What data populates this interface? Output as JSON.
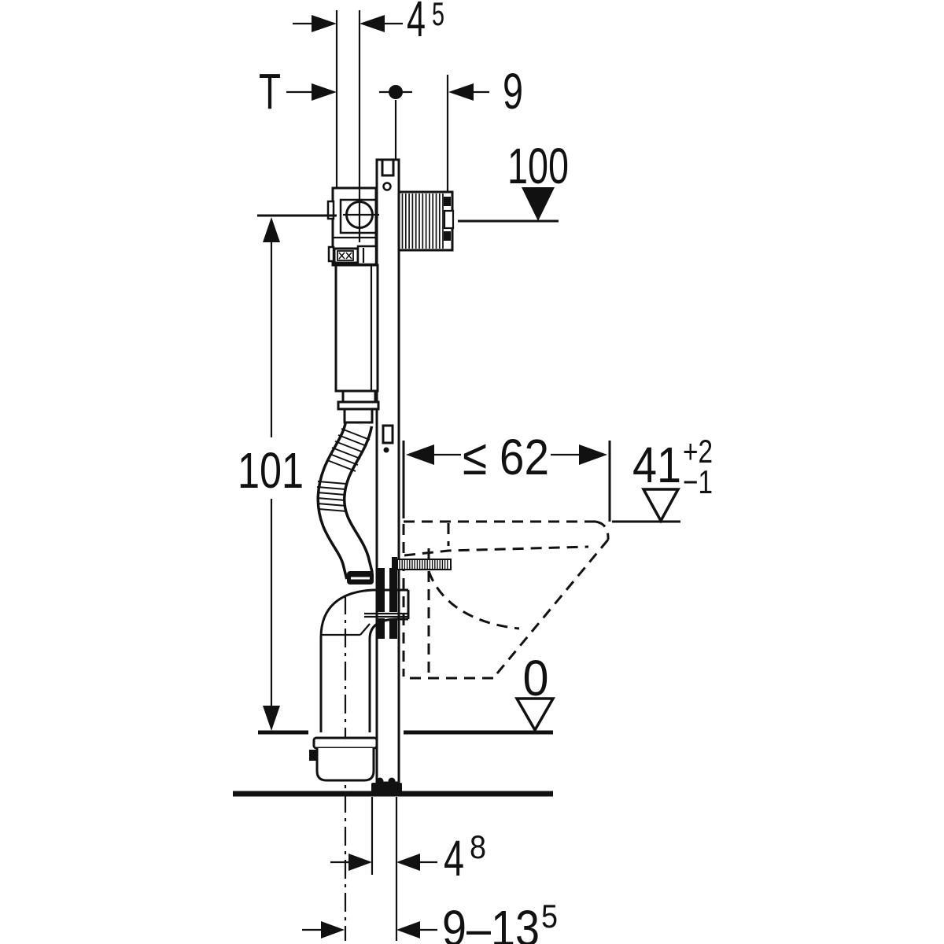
{
  "colors": {
    "ink": "#111111",
    "background": "#ffffff"
  },
  "labels": {
    "top_offset_main": "4",
    "top_offset_sup": "5",
    "wall_thickness": "T",
    "box_depth": "9",
    "actuation_level": "100",
    "frame_height": "101",
    "pan_depth_max": "≤ 62",
    "pan_top_height": "41",
    "pan_top_tol_plus": "+2",
    "pan_top_tol_minus": "−1",
    "floor_level": "0",
    "outlet_offset_main": "4",
    "outlet_offset_sup": "8",
    "outlet_height_range_main": "9–13",
    "outlet_height_range_sup": "5"
  }
}
